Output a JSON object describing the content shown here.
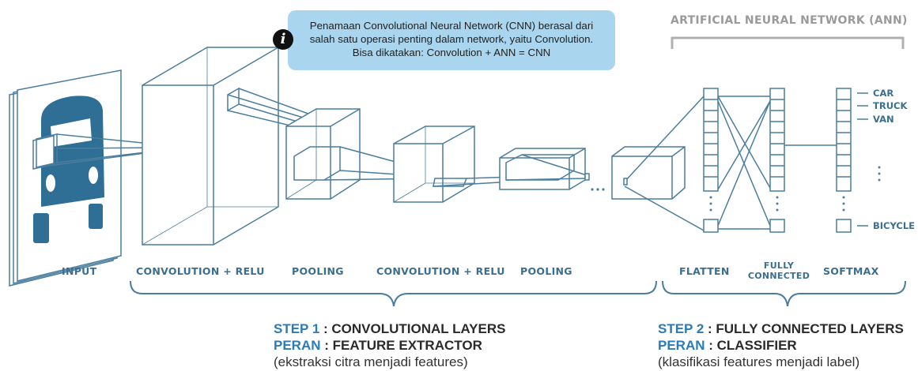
{
  "info": {
    "line1": "Penamaan Convolutional Neural Network (CNN) berasal dari",
    "line2": "salah satu operasi penting dalam network, yaitu Convolution.",
    "line3": "Bisa dikatakan: Convolution + ANN = CNN",
    "icon": "info-icon"
  },
  "ann_title": "ARTIFICIAL NEURAL NETWORK (ANN)",
  "labels": {
    "input": "INPUT",
    "conv1": "CONVOLUTION + RELU",
    "pool1": "POOLING",
    "conv2": "CONVOLUTION + RELU",
    "pool2": "POOLING",
    "flatten": "FLATTEN",
    "fc_line1": "FULLY",
    "fc_line2": "CONNECTED",
    "softmax": "SOFTMAX"
  },
  "outputs": [
    "CAR",
    "TRUCK",
    "VAN",
    "BICYCLE"
  ],
  "step1": {
    "step_key": "STEP 1",
    "step_val": ": CONVOLUTIONAL LAYERS",
    "role_key": "PERAN",
    "role_val": ": FEATURE EXTRACTOR",
    "note": "(ekstraksi citra menjadi features)"
  },
  "step2": {
    "step_key": "STEP 2",
    "step_val": ": FULLY CONNECTED LAYERS",
    "role_key": "PERAN",
    "role_val": ": CLASSIFIER",
    "note": "(klasifikasi features menjadi label)"
  },
  "colors": {
    "accent": "#3b6e8f",
    "line": "#4a7d9e",
    "info_bg": "#a9d6ee",
    "step_blue": "#2a7bb8"
  }
}
